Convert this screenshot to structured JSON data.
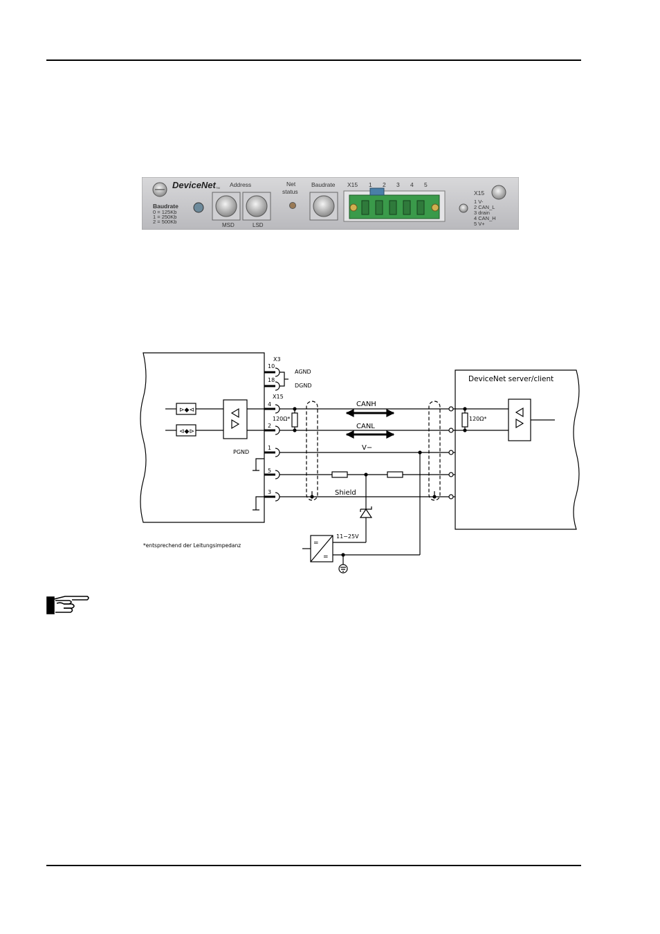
{
  "panel": {
    "brand": "DeviceNet",
    "brand_tm": "TM",
    "address_label": "Address",
    "net_status_line1": "Net",
    "net_status_line2": "status",
    "baudrate_label": "Baudrate",
    "connector_label": "X15",
    "pins": [
      "1",
      "2",
      "3",
      "4",
      "5"
    ],
    "baud_title": "Baudrate",
    "baud_options": [
      "0 = 125Kb",
      "1 = 250Kb",
      "2 = 500Kb"
    ],
    "msd_label": "MSD",
    "lsd_label": "LSD",
    "x15_title": "X15",
    "x15_pins": [
      "1 V-",
      "2 CAN_L",
      "3 drain",
      "4 CAN_H",
      "5 V+"
    ]
  },
  "diagram": {
    "x3_label": "X3",
    "x3_pin10": "10",
    "x3_pin18": "18",
    "agnd": "AGND",
    "dgnd": "DGND",
    "x15_label": "X15",
    "pin4": "4",
    "pin2": "2",
    "pin1": "1",
    "pin5": "5",
    "pin3": "3",
    "resistor_left": "120Ω*",
    "resistor_right": "120Ω*",
    "pgnd": "PGND",
    "canh": "CANH",
    "canl": "CANL",
    "vminus": "V−",
    "shield": "Shield",
    "server_label": "DeviceNet  server/client",
    "supply_voltage": "11−25V",
    "footnote": "*entsprechend der Leitungsimpedanz"
  }
}
